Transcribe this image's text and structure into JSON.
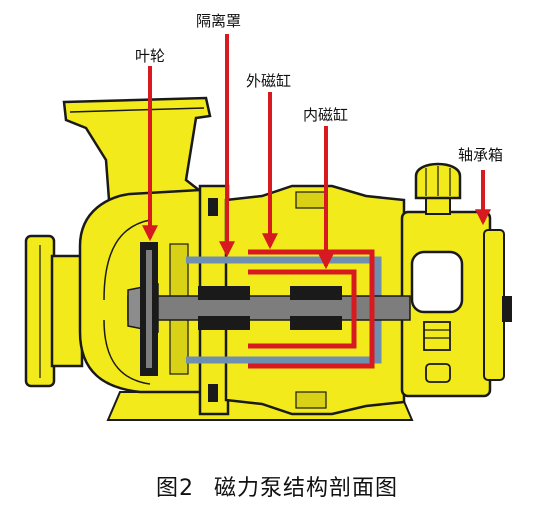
{
  "labels": {
    "impeller": "叶轮",
    "isolation_sleeve": "隔离罩",
    "outer_magnet": "外磁缸",
    "inner_magnet": "内磁缸",
    "bearing_box": "轴承箱"
  },
  "caption": "图2  磁力泵结构剖面图",
  "colors": {
    "body": "#F2EA1B",
    "outline": "#1A1A1A",
    "arrow": "#D71920",
    "shaft": "#7D7D7D",
    "sleeve": "#6F8FB0"
  }
}
